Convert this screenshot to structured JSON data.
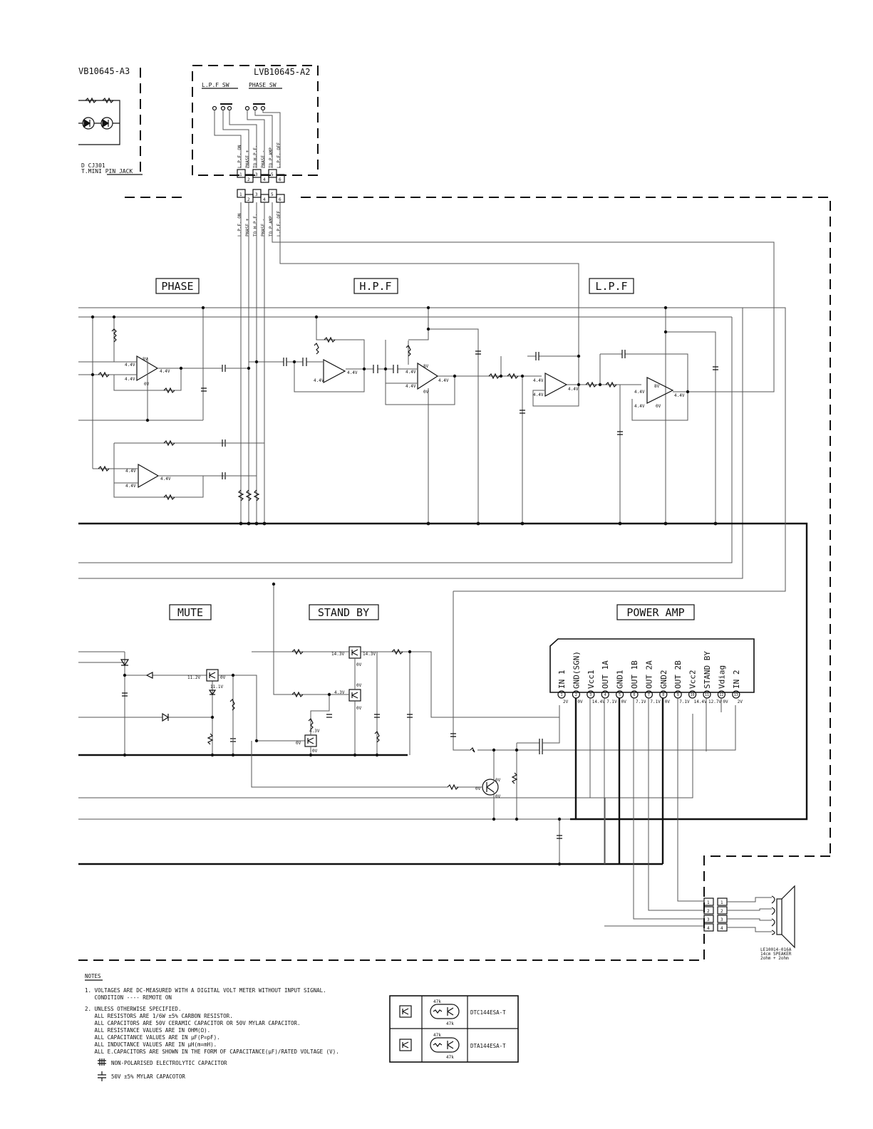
{
  "boards": {
    "left_board": "VB10645-A3",
    "right_board": "LVB10645-A2",
    "switch_lpf": "L.P.F SW",
    "switch_phase": "PHASE SW",
    "jack_line1": "D CJ301",
    "jack_line2": "T.MINI PIN JACK"
  },
  "connector_upper": {
    "pins": [
      "1",
      "2",
      "3",
      "4",
      "5",
      "6"
    ],
    "signals": [
      "L.P.F. ON",
      "PHASE +",
      "TO H.P.F.",
      "PHASE -",
      "TO P.AMP",
      "L.P.F. OFF"
    ]
  },
  "connector_lower": {
    "pins": [
      "1",
      "2",
      "3",
      "4",
      "5",
      "6"
    ],
    "signals": [
      "L.P.F. ON",
      "PHASE +",
      "TO H.P.F.",
      "PHASE -",
      "TO P.AMP",
      "L.P.F. OFF"
    ]
  },
  "sections": {
    "phase": "PHASE",
    "hpf": "H.P.F",
    "lpf": "L.P.F",
    "mute": "MUTE",
    "standby": "STAND BY",
    "power_amp": "POWER AMP"
  },
  "voltages": {
    "v44": "4.4V",
    "v8v": "8V",
    "v0v": "0V",
    "v143": "14.3V",
    "v112": "11.2V",
    "v111": "11.1V",
    "v43": "4.3V",
    "v2v": "2V",
    "v144": "14.4V",
    "v71": "7.1V",
    "v127": "12.7V"
  },
  "power_amp_pins": [
    {
      "num": "1",
      "name": "IN 1",
      "v": "2V"
    },
    {
      "num": "2",
      "name": "GND(SGN)",
      "v": "0V"
    },
    {
      "num": "3",
      "name": "Vcc1",
      "v": "14.4V"
    },
    {
      "num": "4",
      "name": "OUT 1A",
      "v": "7.1V"
    },
    {
      "num": "5",
      "name": "GND1",
      "v": "0V"
    },
    {
      "num": "6",
      "name": "OUT 1B",
      "v": "7.1V"
    },
    {
      "num": "7",
      "name": "OUT 2A",
      "v": "7.1V"
    },
    {
      "num": "8",
      "name": "GND2",
      "v": "0V"
    },
    {
      "num": "9",
      "name": "OUT 2B",
      "v": "7.1V"
    },
    {
      "num": "10",
      "name": "Vcc2",
      "v": "14.4V"
    },
    {
      "num": "11",
      "name": "STAND BY",
      "v": "12.7V"
    },
    {
      "num": "12",
      "name": "Vdiag",
      "v": "0V"
    },
    {
      "num": "13",
      "name": "IN 2",
      "v": "2V"
    }
  ],
  "speaker": {
    "pins": [
      "1",
      "2",
      "3",
      "4"
    ],
    "line1": "LE10014-016A",
    "line2": "14cm SPEAKER",
    "line3": "2ohm + 2ohm"
  },
  "notes": {
    "title": "NOTES",
    "lines": [
      "1. VOLTAGES ARE DC-MEASURED WITH A DIGITAL VOLT METER WITHOUT INPUT SIGNAL.",
      "   CONDITION ---- REMOTE ON",
      "2. UNLESS OTHERWISE SPECIFIED.",
      "   ALL RESISTORS ARE 1/6W ±5% CARBON RESISTOR.",
      "   ALL CAPACITORS ARE 50V CERAMIC CAPACITOR OR 50V MYLAR CAPACITOR.",
      "   ALL RESISTANCE VALUES ARE IN OHM(Ω).",
      "   ALL CAPACITANCE VALUES ARE IN µF(P=pF).",
      "   ALL INDUCTANCE VALUES ARE IN µH(m=mH).",
      "   ALL E.CAPACITORS ARE SHOWN IN THE FORM OF CAPACITANCE(µF)/RATED VOLTAGE (V)."
    ],
    "legend_electrolytic": "NON-POLARISED ELECTROLYTIC CAPACITOR",
    "legend_mylar": "50V ±5% MYLAR CAPACOTOR"
  },
  "transistor_table": [
    {
      "r1": "47k",
      "r2": "47k",
      "part": "DTC144ESA-T"
    },
    {
      "r1": "47k",
      "r2": "47k",
      "part": "DTA144ESA-T"
    }
  ]
}
